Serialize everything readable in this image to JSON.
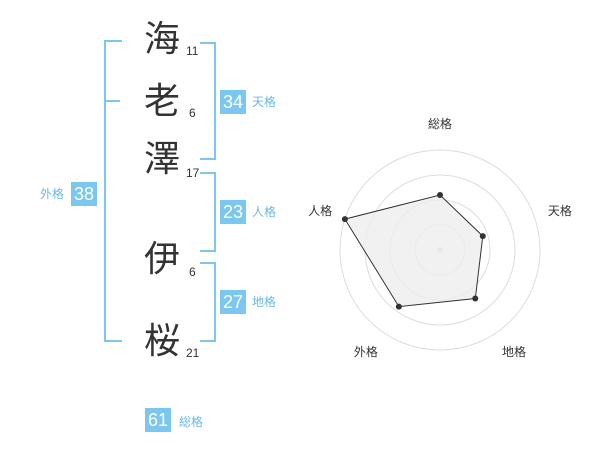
{
  "name": {
    "chars": [
      {
        "char": "海",
        "strokes": "11"
      },
      {
        "char": "老",
        "strokes": "6"
      },
      {
        "char": "澤",
        "strokes": "17"
      },
      {
        "char": "伊",
        "strokes": "6"
      },
      {
        "char": "桜",
        "strokes": "21"
      }
    ]
  },
  "kakaku": {
    "tenkaku": {
      "value": "34",
      "label": "天格"
    },
    "jinkaku": {
      "value": "23",
      "label": "人格"
    },
    "chikaku": {
      "value": "27",
      "label": "地格"
    },
    "gaikaku": {
      "value": "38",
      "label": "外格"
    },
    "soukaku": {
      "value": "61",
      "label": "総格"
    }
  },
  "colors": {
    "accent": "#7cc7f0",
    "accent_text": "#6ab9e3",
    "polygon_fill": "#eeeeee",
    "polygon_stroke": "#333333",
    "grid": "#dddddd"
  },
  "chart_data": {
    "type": "radar",
    "axes": [
      "総格",
      "天格",
      "地格",
      "外格",
      "人格"
    ],
    "values": [
      0.55,
      0.45,
      0.6,
      0.7,
      1.0
    ],
    "max": 1.0,
    "rings": 4
  }
}
